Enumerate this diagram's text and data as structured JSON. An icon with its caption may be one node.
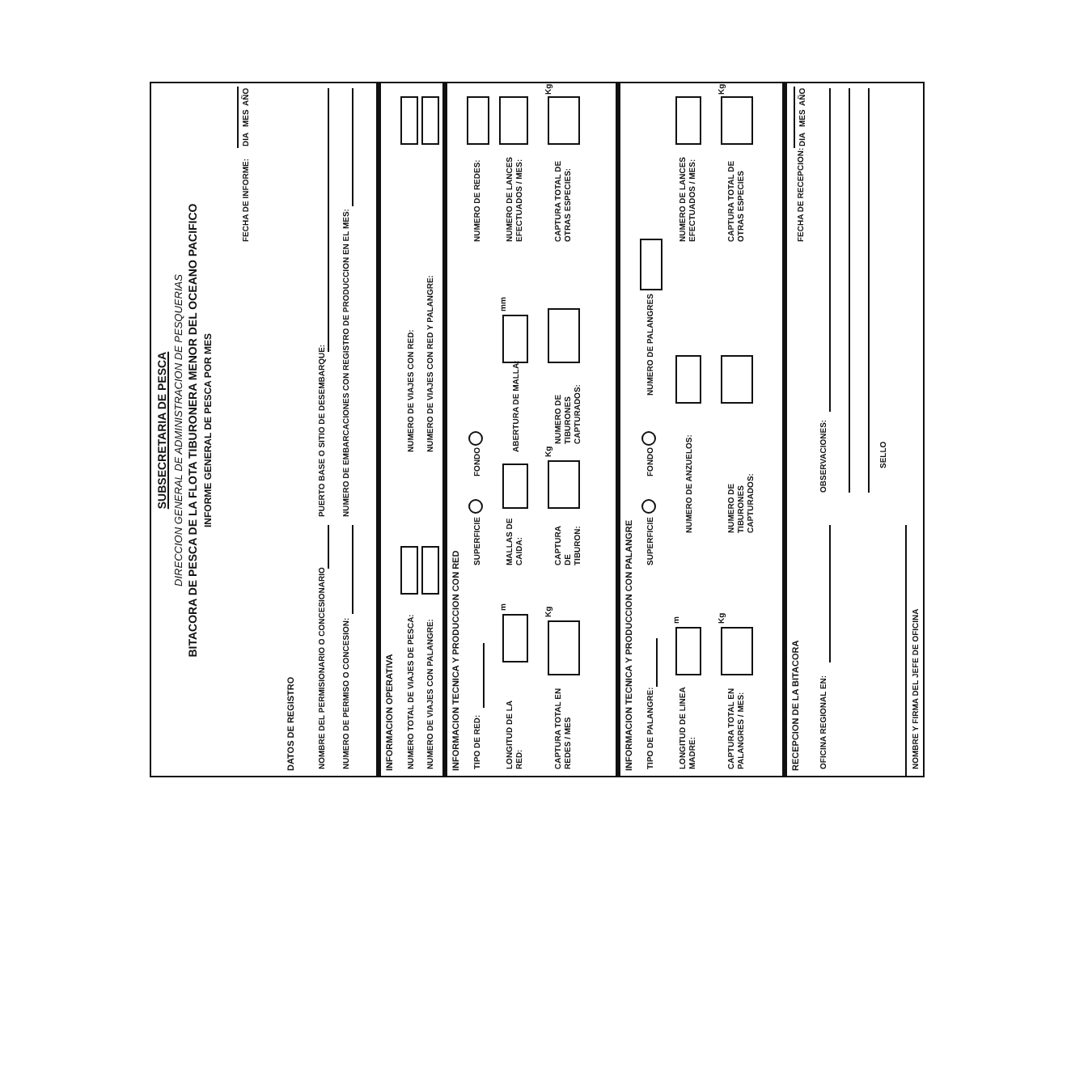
{
  "diagram": {
    "nodes": [
      {
        "text": [
          "DATOS DE REGISTRO"
        ]
      },
      {
        "text": [
          "INFORMACION OPERATIVA"
        ]
      },
      {
        "text": [
          "INFORMACION TECNICA Y PRODUCCION CON RED"
        ]
      },
      {
        "text": [
          "INFORMACION TECNICA Y PRODUCCION CON PALANGRE"
        ]
      },
      {
        "text": [
          "RECEPCION DE LA BITACORA"
        ]
      }
    ],
    "labels": [
      "SUBSECRETARIA DE PESCA",
      "DIRECCION GENERAL DE ADMINISTRACION DE PESQUERIAS",
      "BITACORA DE PESCA DE LA FLOTA TIBURONERA MENOR DEL OCEANO PACIFICO",
      "INFORME GENERAL DE PESCA POR MES",
      "FECHA DE INFORME:",
      "DIA",
      "MES",
      "AÑO",
      "NOMBRE DEL PERMISIONARIO O CONCESIONARIO",
      "NUMERO DE PERMISO O CONCESION:",
      "PUERTO BASE O SITIO DE DESEMBARQUE:",
      "NUMERO DE EMBARCACIONES CON REGISTRO DE PRODUCCION EN EL MES:",
      "NUMERO TOTAL DE VIAJES DE PESCA:",
      "NUMERO DE VIAJES CON RED:",
      "NUMERO DE VIAJES CON PALANGRE:",
      "NUMERO DE VIAJES CON RED Y PALANGRE:",
      "TIPO DE RED:",
      "SUPERFICIE",
      "FONDO",
      "NUMERO DE REDES:",
      "LONGITUD DE LA RED:",
      "m",
      "MALLAS DE CAIDA:",
      "ABERTURA DE MALLA:",
      "mm",
      "NUMERO DE LANCES EFECTUADOS / MES:",
      "CAPTURA TOTAL EN REDES / MES",
      "Kg",
      "CAPTURA DE TIBURON:",
      "Kg",
      "NUMERO DE TIBURONES CAPTURADOS:",
      "CAPTURA TOTAL DE OTRAS ESPECIES:",
      "Kg",
      "TIPO DE PALANGRE:",
      "SUPERFICIE",
      "FONDO",
      "NUMERO DE PALANGRES",
      "LONGITUD DE LINEA MADRE:",
      "m",
      "NUMERO DE ANZUELOS:",
      "NUMERO DE LANCES EFECTUADOS / MES:",
      "CAPTURA TOTAL EN PALANGRES / MES:",
      "Kg",
      "NUMERO DE TIBURONES CAPTURADOS:",
      "CAPTURA TOTAL DE OTRAS ESPECIES",
      "Kg",
      "OFICINA REGIONAL EN:",
      "OBSERVACIONES:",
      "FECHA DE RECEPCION:",
      "DIA",
      "MES",
      "AÑO",
      "SELLO",
      "NOMBRE Y FIRMA DEL JEFE DE OFICINA"
    ]
  }
}
